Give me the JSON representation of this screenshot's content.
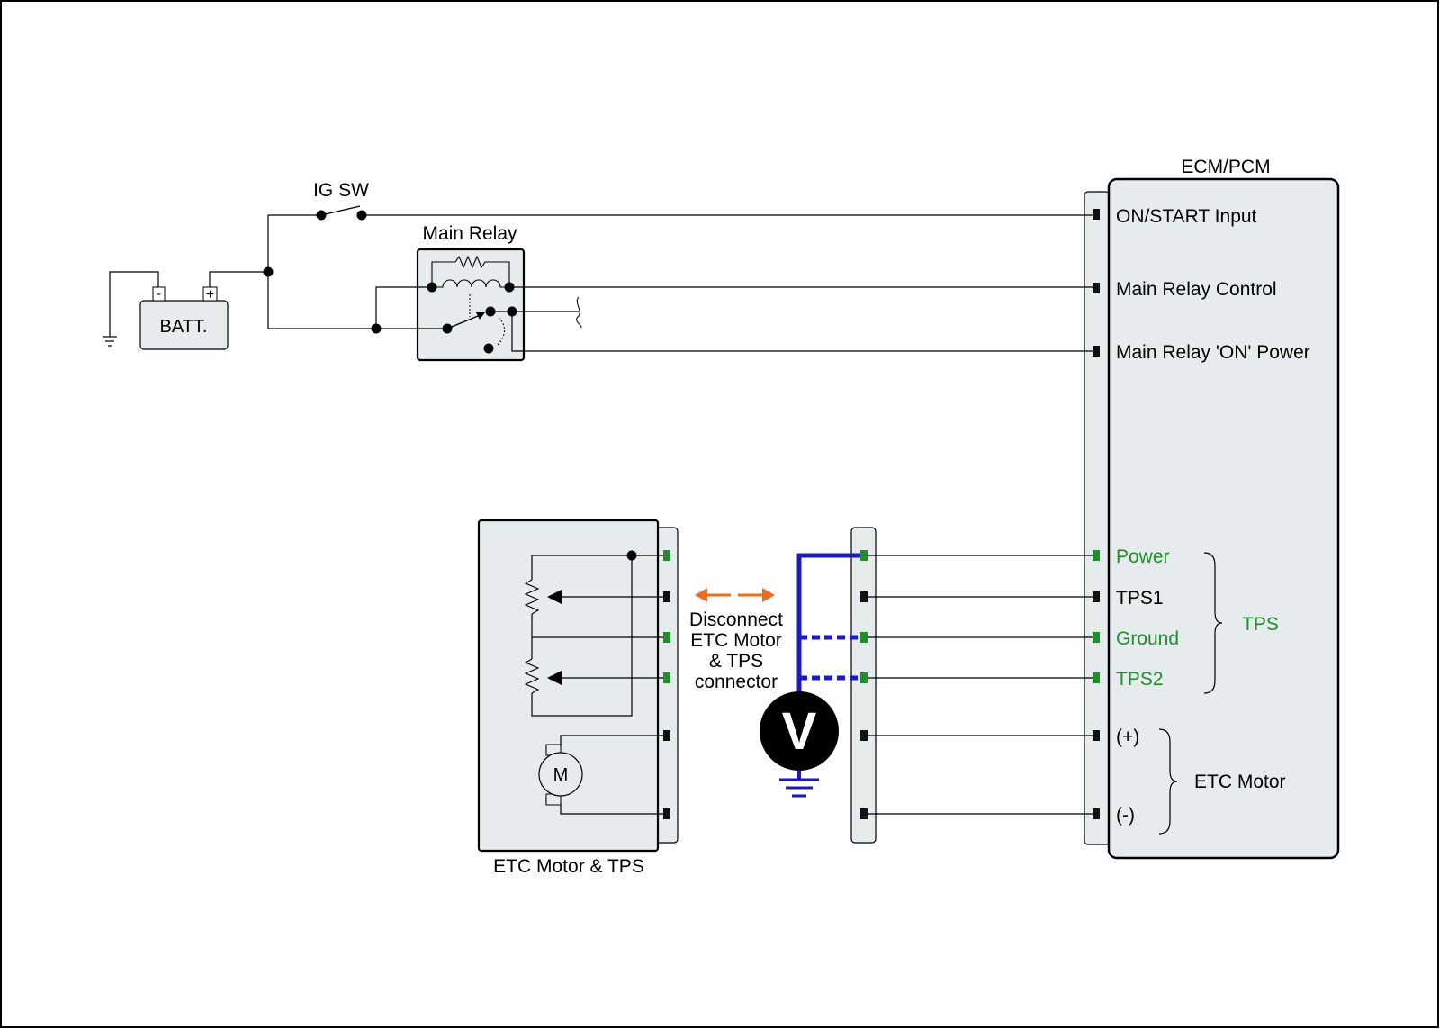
{
  "colors": {
    "wire": "#000000",
    "box_fill": "#e6eced",
    "pin_black": "#111111",
    "pin_green": "#1f8f2a",
    "label_green": "#1f8f2a",
    "probe_blue": "#1a1acc",
    "arrow_orange": "#f26a1b"
  },
  "components": {
    "ecm": {
      "title": "ECM/PCM"
    },
    "battery": {
      "label": "BATT.",
      "neg_symbol": "-",
      "pos_symbol": "+"
    },
    "ig_switch": {
      "label": "IG SW"
    },
    "main_relay": {
      "label": "Main Relay"
    },
    "etc_unit": {
      "label": "ETC Motor & TPS",
      "motor_symbol": "M"
    },
    "voltmeter": {
      "symbol": "V"
    },
    "disconnect_note": [
      "Disconnect",
      "ETC Motor",
      "& TPS",
      "connector"
    ]
  },
  "ecm_terminals": {
    "on_start": "ON/START Input",
    "relay_control": "Main Relay Control",
    "relay_on_power": "Main Relay 'ON' Power",
    "power": "Power",
    "tps1": "TPS1",
    "ground": "Ground",
    "tps2": "TPS2",
    "motor_plus": "(+)",
    "motor_minus": "(-)"
  },
  "groups": {
    "tps": "TPS",
    "etc_motor": "ETC Motor"
  }
}
